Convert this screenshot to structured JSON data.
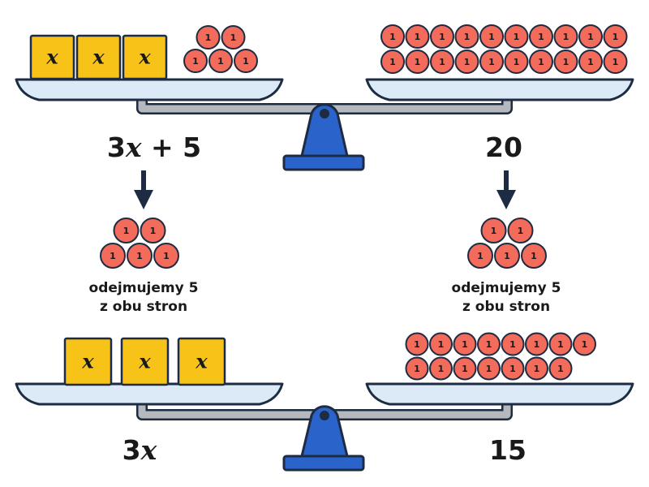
{
  "colors": {
    "coin": "#f26b5b",
    "block": "#f8c318",
    "pan": "#dceaf8",
    "beam": "#b5b8bd",
    "fulcrum": "#2a63c9",
    "arrow": "#1d2b43",
    "outline": "#1d2b43"
  },
  "coin_label": "1",
  "block_label": "x",
  "top_scale": {
    "left_blocks": 3,
    "left_coins": 5,
    "right_coins": 20,
    "left_expr": {
      "coef": "3",
      "var": "x",
      "rest": " + 5"
    },
    "right_expr": "20"
  },
  "transition": {
    "removed_coins": 5,
    "left_caption": [
      "odejmujemy 5",
      "z obu stron"
    ],
    "right_caption": [
      "odejmujemy 5",
      "z obu stron"
    ],
    "arrow_icon": "arrow-down-icon"
  },
  "bottom_scale": {
    "left_blocks": 3,
    "right_coins": 15,
    "left_expr": {
      "coef": "3",
      "var": "x",
      "rest": ""
    },
    "right_expr": "15"
  }
}
